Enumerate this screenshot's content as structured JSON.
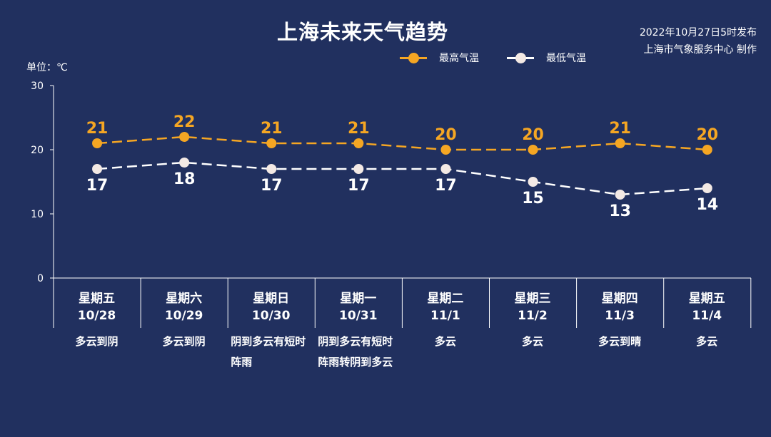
{
  "header": {
    "title": "上海未来天气趋势",
    "publish_time": "2022年10月27日5时发布",
    "producer": "上海市气象服务中心 制作"
  },
  "colors": {
    "background": "#21305f",
    "high": "#f5a623",
    "low": "#ffffff",
    "low_dot": "#f3e9e4"
  },
  "chart_data": {
    "type": "line",
    "title": "上海未来天气趋势",
    "ylabel": "单位：℃",
    "ylim": [
      0,
      30
    ],
    "yticks": [
      0,
      10,
      20,
      30
    ],
    "grid": false,
    "legend_placement": "top-right",
    "categories": [
      {
        "weekday": "星期五",
        "date": "10/28",
        "weather": "多云到阴"
      },
      {
        "weekday": "星期六",
        "date": "10/29",
        "weather": "多云到阴"
      },
      {
        "weekday": "星期日",
        "date": "10/30",
        "weather": "阴到多云有短时阵雨"
      },
      {
        "weekday": "星期一",
        "date": "10/31",
        "weather": "阴到多云有短时阵雨转阴到多云"
      },
      {
        "weekday": "星期二",
        "date": "11/1",
        "weather": "多云"
      },
      {
        "weekday": "星期三",
        "date": "11/2",
        "weather": "多云"
      },
      {
        "weekday": "星期四",
        "date": "11/3",
        "weather": "多云到晴"
      },
      {
        "weekday": "星期五",
        "date": "11/4",
        "weather": "多云"
      }
    ],
    "series": [
      {
        "name": "最高气温",
        "values": [
          21,
          22,
          21,
          21,
          20,
          20,
          21,
          20
        ]
      },
      {
        "name": "最低气温",
        "values": [
          17,
          18,
          17,
          17,
          17,
          15,
          13,
          14
        ]
      }
    ]
  }
}
